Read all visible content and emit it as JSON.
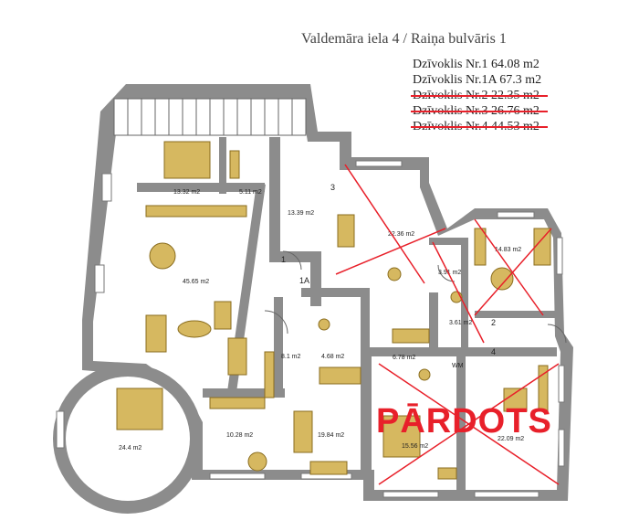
{
  "header": {
    "title": "Valdemāra iela 4 / Raiņa bulvāris 1",
    "apartments": [
      {
        "label": "Dzīvoklis Nr.1 64.08 m2",
        "sold": false
      },
      {
        "label": "Dzīvoklis Nr.1A 67.3 m2",
        "sold": false
      },
      {
        "label": "Dzīvoklis Nr.2 22.35 m2",
        "sold": true
      },
      {
        "label": "Dzīvoklis Nr.3 26.76 m2",
        "sold": true
      },
      {
        "label": "Dzīvoklis Nr.4 44.53 m2",
        "sold": true
      }
    ]
  },
  "sold_stamp": "PĀRDOTS",
  "rooms": {
    "r1": "13.32 m2",
    "r2": "5.11 m2",
    "r3": "13.39 m2",
    "r4": "22.36 m2",
    "r5": "14.83 m2",
    "r6": "3.91 m2",
    "r7": "3.61 m2",
    "r8": "45.65 m2",
    "r9": "8.1 m2",
    "r10": "4.68 m2",
    "r11": "6.78 m2",
    "r12": "24.4 m2",
    "r13": "10.28 m2",
    "r14": "19.84 m2",
    "r15": "15.56 m2",
    "r16": "22.09 m2"
  },
  "unit_numbers": {
    "n1": "1",
    "n1a": "1A",
    "n2": "2",
    "n3": "3",
    "n4": "4"
  },
  "wm_label": "WM",
  "colors": {
    "wall": "#8c8c8c",
    "furniture": "#d6b860",
    "furniture_stroke": "#8a6d1f",
    "cross": "#e8202a"
  }
}
